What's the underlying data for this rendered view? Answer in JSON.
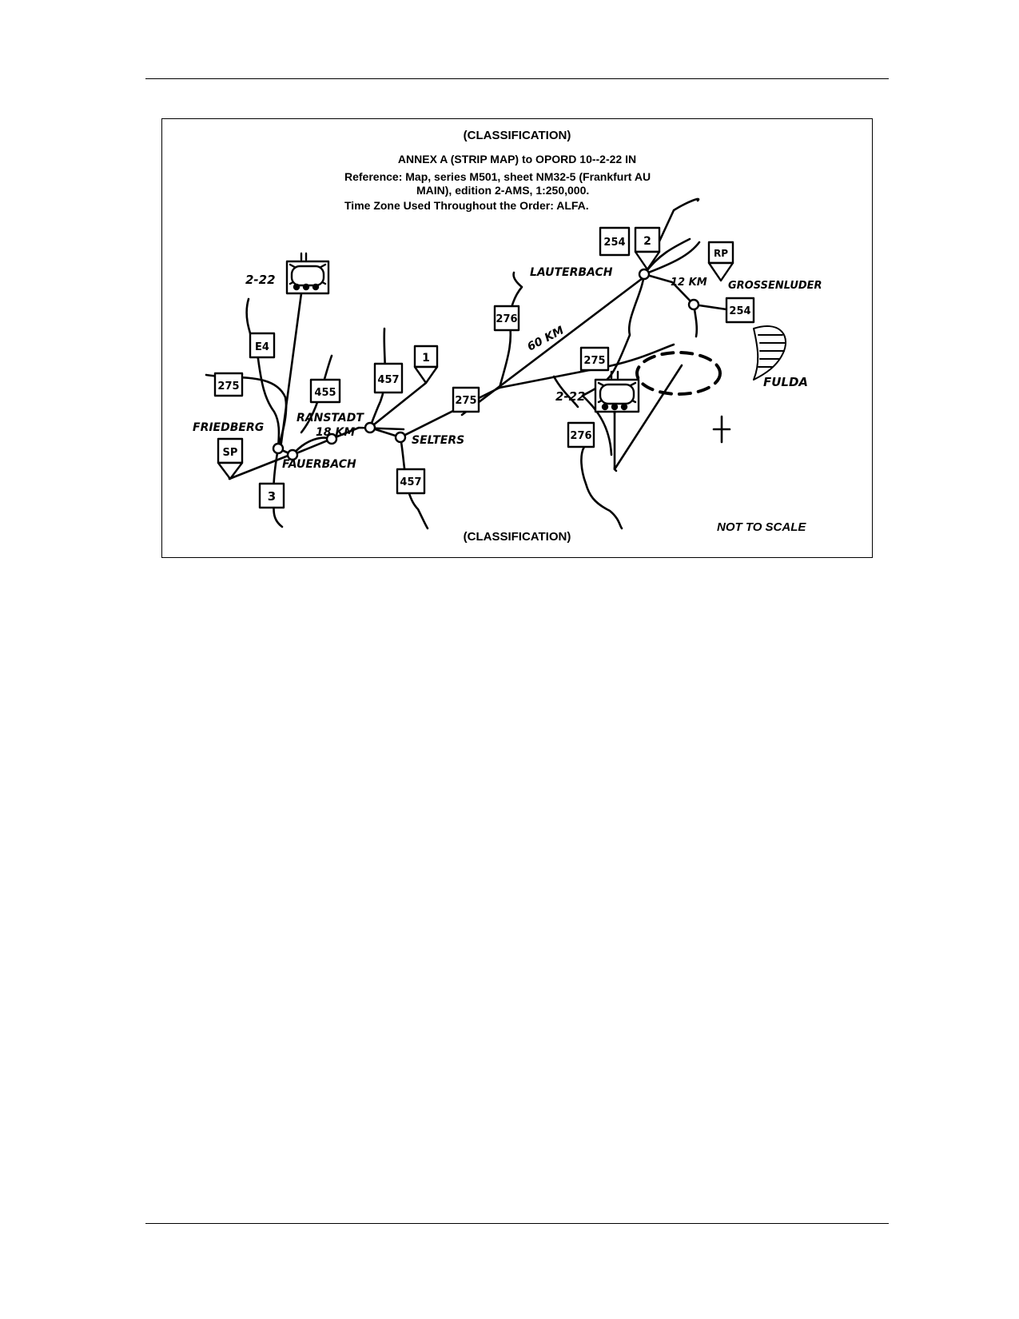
{
  "header": {
    "classification_top": "(CLASSIFICATION)",
    "annex_title": "ANNEX A (STRIP MAP) to OPORD 10--2-22 IN",
    "reference_line1": "Reference:  Map, series M501, sheet NM32-5 (Frankfurt AU",
    "reference_line2": "MAIN), edition 2-AMS, 1:250,000.",
    "timezone_line": "Time Zone Used Throughout the Order: ALFA."
  },
  "footer": {
    "classification_bottom": "(CLASSIFICATION)",
    "not_to_scale": "NOT TO SCALE"
  },
  "map": {
    "towns": {
      "friedberg": "FRIEDBERG",
      "fauerbach": "FAUERBACH",
      "ranstadt": "RANSTADT",
      "selters": "SELTERS",
      "lauterbach": "LAUTERBACH",
      "grossenluder": "GROSSENLUDER",
      "fulda": "FULDA"
    },
    "distances": {
      "d18": "18 KM",
      "d60": "60 KM",
      "d12": "12 KM"
    },
    "routes": {
      "e4": "E4",
      "r275_west": "275",
      "r455": "455",
      "r457_north": "457",
      "r275_mid": "275",
      "r457_south": "457",
      "r3": "3",
      "r276_north": "276",
      "r275_east": "275",
      "r276_south": "276",
      "r254_north": "254",
      "r254_east": "254"
    },
    "points": {
      "sp": "SP",
      "p1": "1",
      "p2": "2",
      "rp": "RP"
    },
    "units": {
      "unit_west": "2-22",
      "unit_east": "2-22"
    }
  }
}
